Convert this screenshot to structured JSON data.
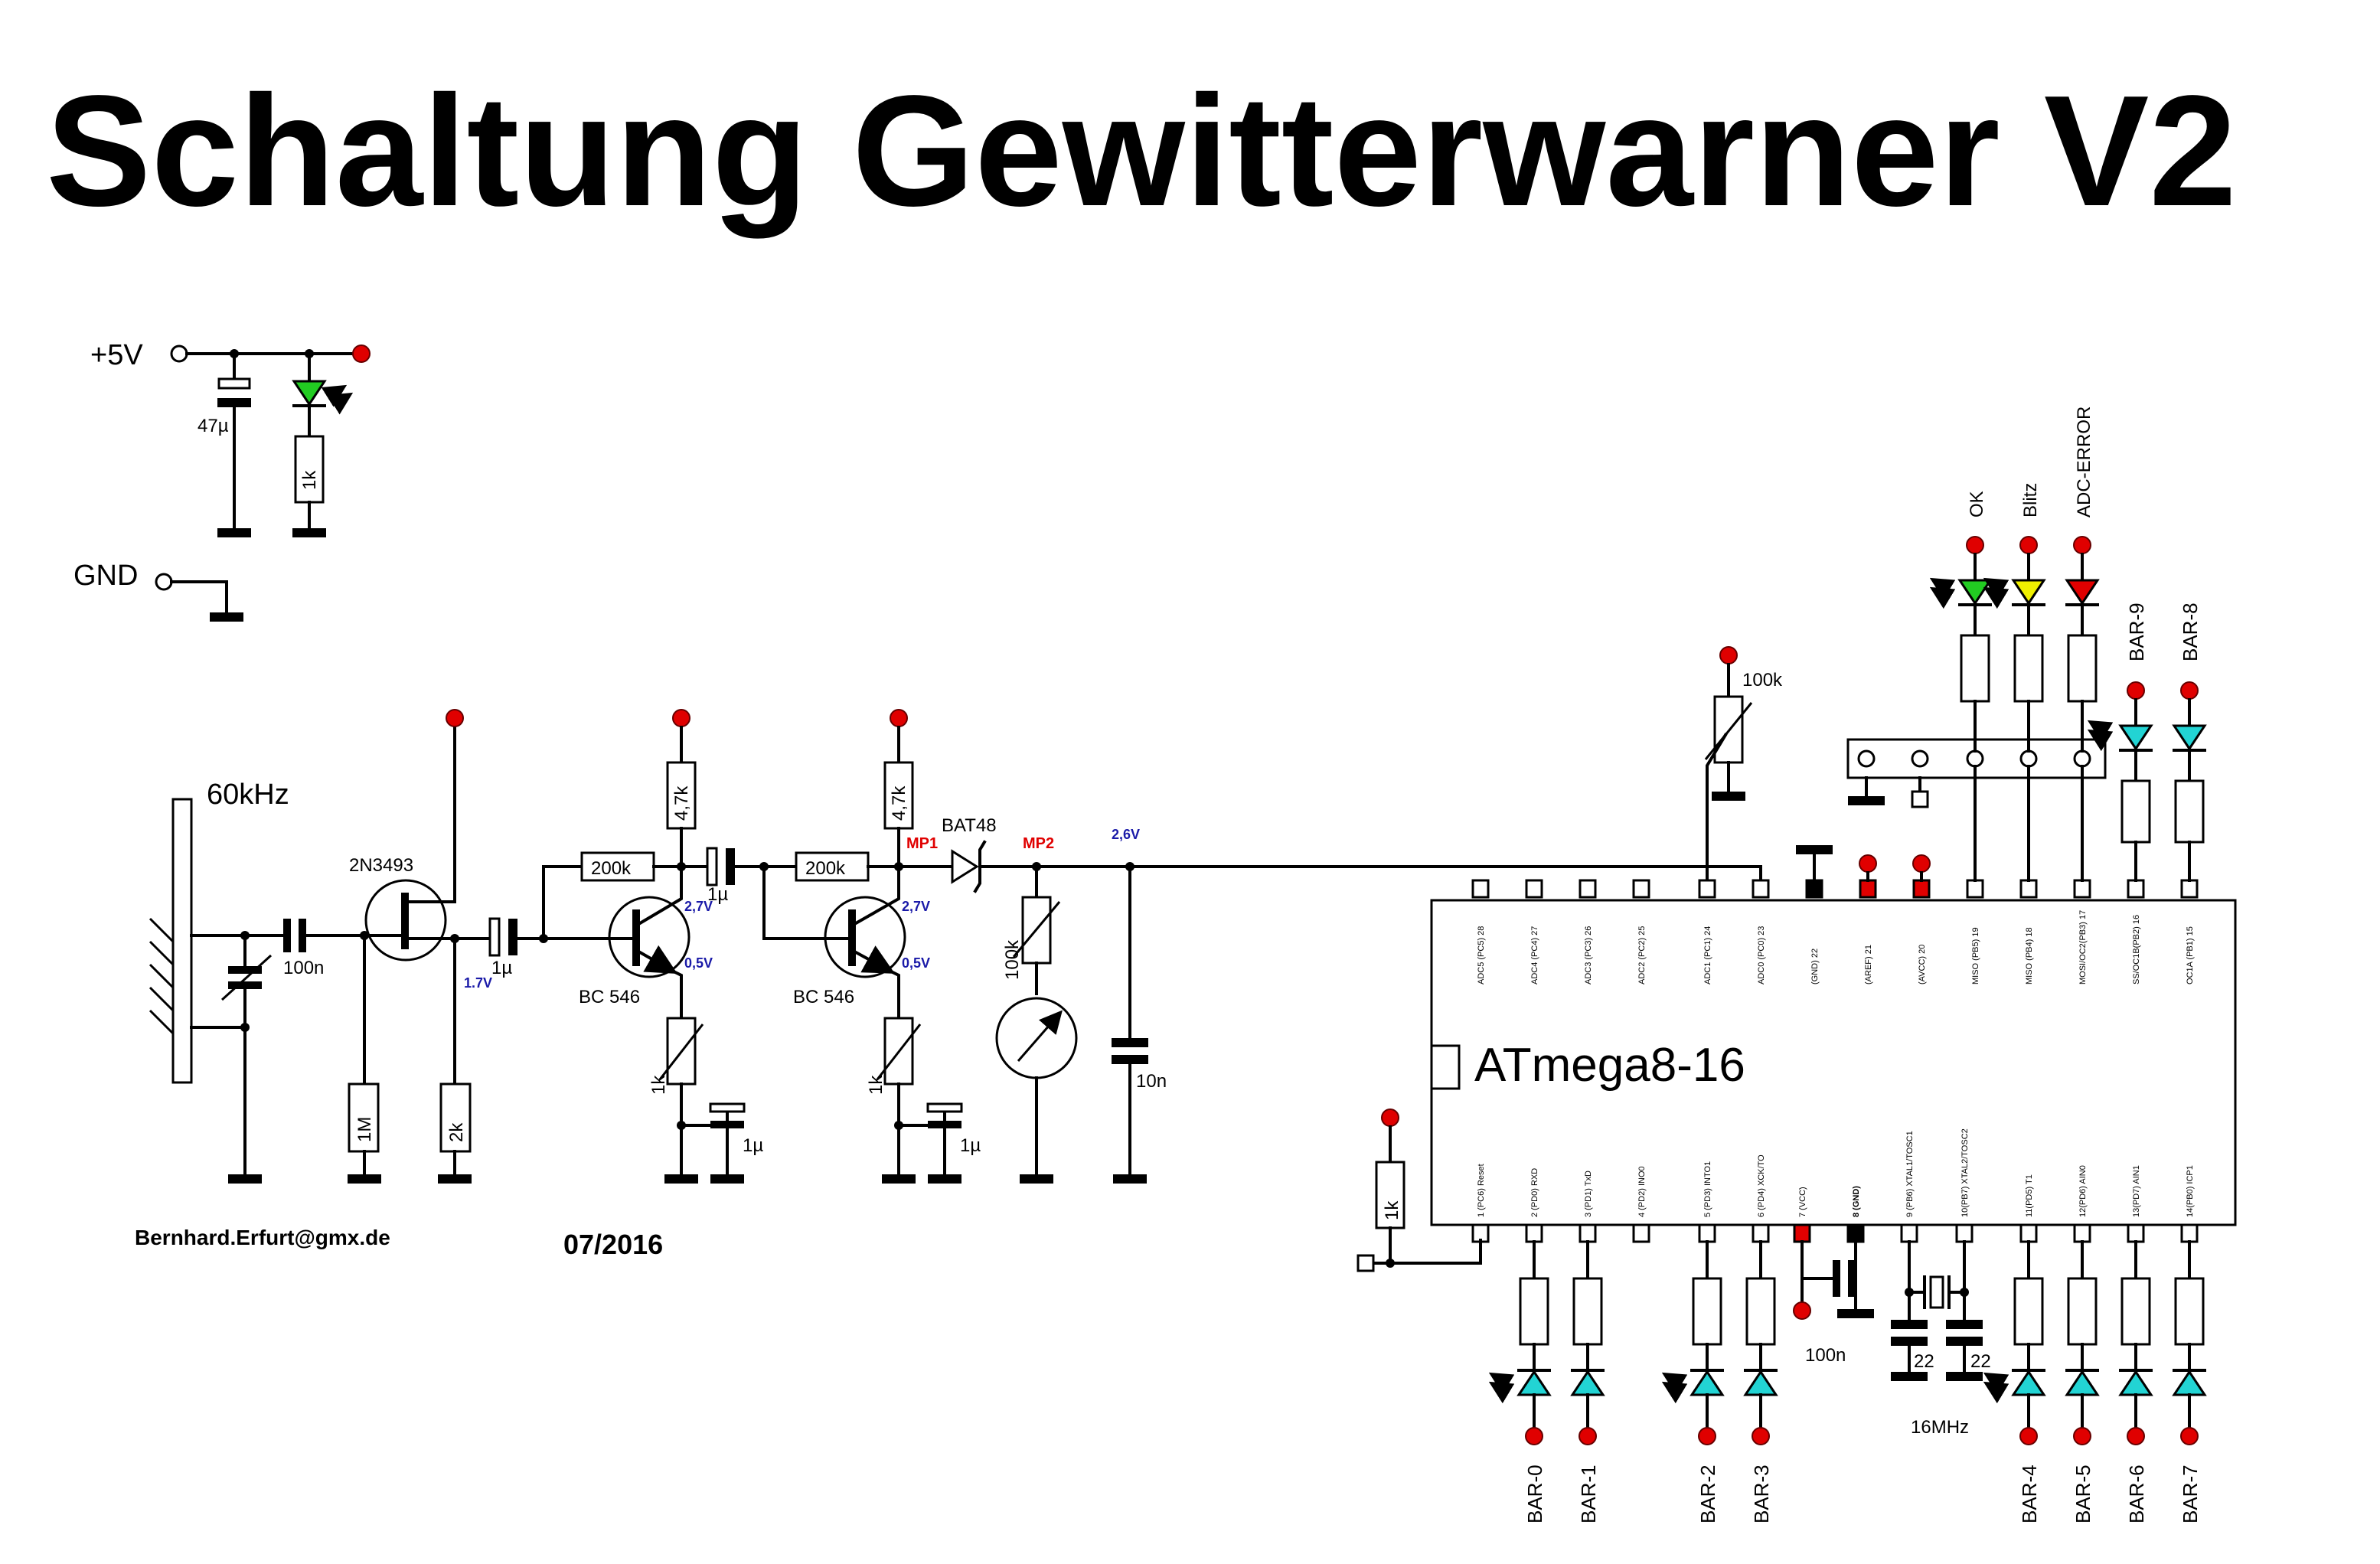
{
  "title": "Schaltung Gewitterwarner V2",
  "power": {
    "vcc_label": "+5V",
    "gnd_label": "GND",
    "cap": "47µ",
    "res": "1k"
  },
  "antenna": {
    "freq": "60kHz",
    "cap": "100n"
  },
  "stage1": {
    "transistor": "2N3493",
    "r_gate": "1M",
    "r_source": "2k",
    "cap_out": "1µ",
    "volt": "1.7V"
  },
  "stage2": {
    "r_bias": "200k",
    "r_coll": "4,7k",
    "transistor": "BC 546",
    "v_coll": "2,7V",
    "v_emit": "0,5V",
    "r_emit": "1k",
    "c_emit": "1µ",
    "cap_out": "1µ"
  },
  "stage3": {
    "r_bias": "200k",
    "r_coll": "4,7k",
    "transistor": "BC 546",
    "v_coll": "2,7V",
    "v_emit": "0,5V",
    "r_emit": "1k",
    "c_emit": "1µ",
    "mp": "MP1"
  },
  "detector": {
    "diode": "BAT48",
    "mp": "MP2",
    "pot": "100k",
    "volt": "2,6V",
    "cap": "10n"
  },
  "adc_pot": "100k",
  "chip": {
    "name": "ATmega8-16",
    "top_pins": [
      "ADC5 (PC5) 28",
      "ADC4 (PC4) 27",
      "ADC3 (PC3) 26",
      "ADC2 (PC2) 25",
      "ADC1 (PC1) 24",
      "ADC0 (PC0) 23",
      "(GND) 22",
      "(AREF) 21",
      "(AVCC) 20",
      "MISO (PB5) 19",
      "MISO (PB4) 18",
      "MOSI/OC2(PB3) 17",
      "SS/OC1B(PB2) 16",
      "OC1A (PB1) 15"
    ],
    "bottom_pins": [
      "1 (PC6) Reset",
      "2 (PD0) RXD",
      "3 (PD1) TxD",
      "4 (PD2) INO0",
      "5 (PD3) INTO1",
      "6 (PD4) XCK/TO",
      "7 (VCC)",
      "8 (GND)",
      "9 (PB6) XTAL1/TOSC1",
      "10(PB7) XTAL2/TOSC2",
      "11(PD5) T1",
      "12(PD6) AIN0",
      "13(PD7) AIN1",
      "14(PB0) ICP1"
    ]
  },
  "reset_res": "1k",
  "decoupling": "100n",
  "crystal": {
    "freq": "16MHz",
    "c1": "22",
    "c2": "22"
  },
  "status_leds": [
    "OK",
    "Blitz",
    "ADC-ERROR"
  ],
  "top_bar_leds": [
    "BAR-9",
    "BAR-8"
  ],
  "bottom_bar_leds": [
    "BAR-0",
    "BAR-1",
    "BAR-2",
    "BAR-3",
    "BAR-4",
    "BAR-5",
    "BAR-6",
    "BAR-7"
  ],
  "email": "Bernhard.Erfurt@gmx.de",
  "date": "07/2016",
  "colors": {
    "wire": "#000000",
    "vcc_dot": "#e00000",
    "voltage": "#1a1aa8",
    "measure_point": "#e00000",
    "led_ok": "#22cc22",
    "led_blitz": "#f0f000",
    "led_error": "#e00000",
    "led_bar": "#22d4d4"
  }
}
